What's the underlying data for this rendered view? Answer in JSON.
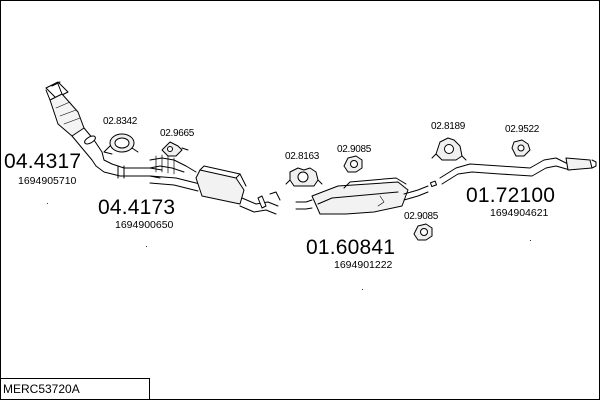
{
  "diagram": {
    "kit_code": "MERC53720A",
    "parts": [
      {
        "code": "04.4317",
        "ref": "1694905710"
      },
      {
        "code": "04.4173",
        "ref": "1694900650"
      },
      {
        "code": "01.60841",
        "ref": "1694901222"
      },
      {
        "code": "01.72100",
        "ref": "1694904621"
      }
    ],
    "accessories": [
      "02.8342",
      "02.9665",
      "02.8163",
      "02.9085",
      "02.8189",
      "02.9522",
      "02.9085"
    ]
  }
}
